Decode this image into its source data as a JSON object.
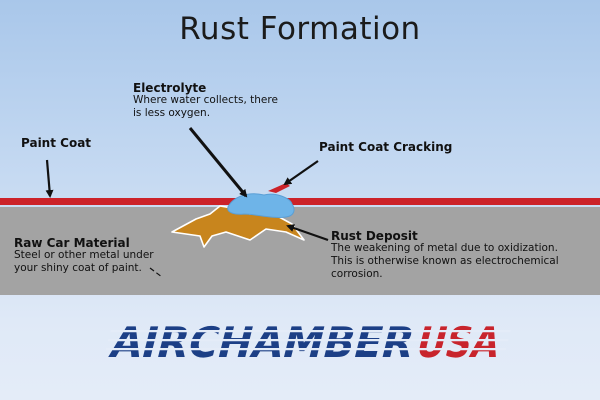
{
  "title": "Rust Formation",
  "labels": {
    "electrolyte": {
      "title": "Electrolyte",
      "description": "Where water collects, there is less oxygen."
    },
    "paint_coat": {
      "title": "Paint Coat"
    },
    "paint_coat_cracking": {
      "title": "Paint Coat Cracking"
    },
    "raw_car_material": {
      "title": "Raw Car Material",
      "description": "Steel or other metal under your shiny coat of paint."
    },
    "rust_deposit": {
      "title": "Rust Deposit",
      "description": "The weakening of metal due to oxidization. This is otherwise known as electrochemical corrosion."
    }
  },
  "logo": {
    "text_part1": "AIRCHAMBER",
    "text_part2": "USA"
  },
  "colors": {
    "sky_top": "#a9c7ea",
    "sky_bottom": "#e4ecf8",
    "paint": "#cc2229",
    "metal": "#a3a3a3",
    "rust": "#c8851d",
    "water": "#6eb4e8",
    "logo_blue": "#1c3f86",
    "logo_red": "#c8242c"
  }
}
